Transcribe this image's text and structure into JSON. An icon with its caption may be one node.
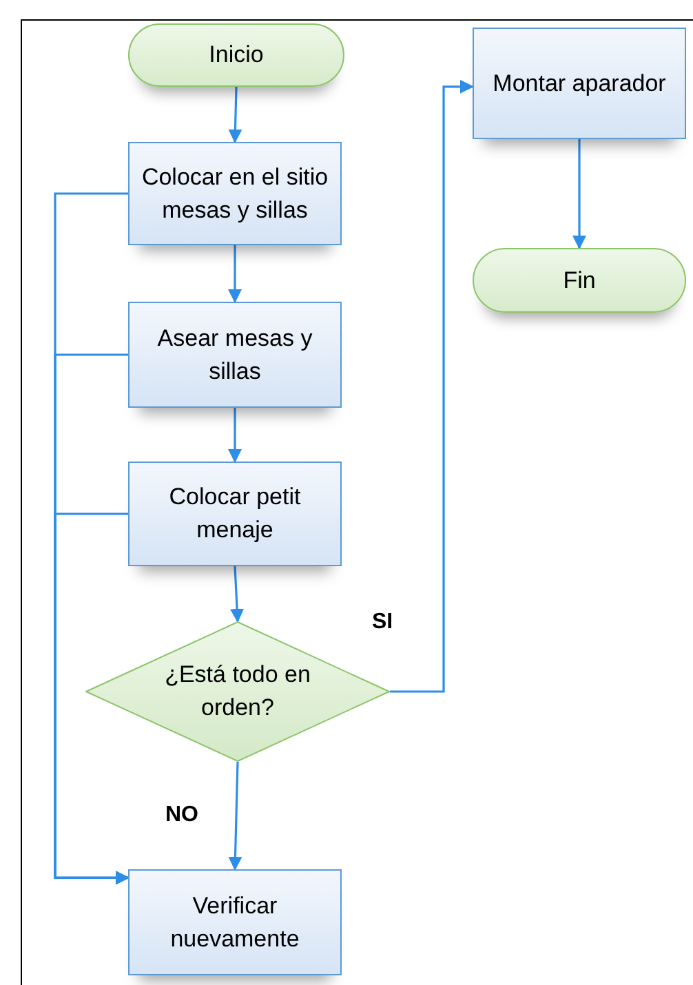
{
  "diagram": {
    "nodes": [
      {
        "text": [
          "Inicio"
        ]
      },
      {
        "text": [
          "Colocar en el sitio mesas y sillas"
        ]
      },
      {
        "text": [
          "Asear mesas y sillas"
        ]
      },
      {
        "text": [
          "Colocar petit menaje"
        ]
      },
      {
        "text": [
          "¿Está todo en orden?"
        ]
      },
      {
        "text": [
          "Verificar nuevamente"
        ]
      },
      {
        "text": [
          "Montar aparador"
        ]
      },
      {
        "text": [
          "Fin"
        ]
      }
    ],
    "edges": [
      {
        "from": 0,
        "to": 1,
        "arrow": "to"
      },
      {
        "from": 1,
        "to": 2,
        "arrow": "to"
      },
      {
        "from": 2,
        "to": 3,
        "arrow": "to"
      },
      {
        "from": 3,
        "to": 4,
        "arrow": "to"
      },
      {
        "from": 4,
        "to": 5,
        "arrow": "to",
        "label": "NO"
      },
      {
        "from": 4,
        "to": 6,
        "arrow": "to",
        "label": "SI"
      },
      {
        "from": 6,
        "to": 7,
        "arrow": "to"
      },
      {
        "from": 1,
        "to": 5,
        "arrow": "to"
      },
      {
        "from": 2,
        "to": 5,
        "arrow": "to"
      },
      {
        "from": 3,
        "to": 5,
        "arrow": "to"
      }
    ]
  }
}
